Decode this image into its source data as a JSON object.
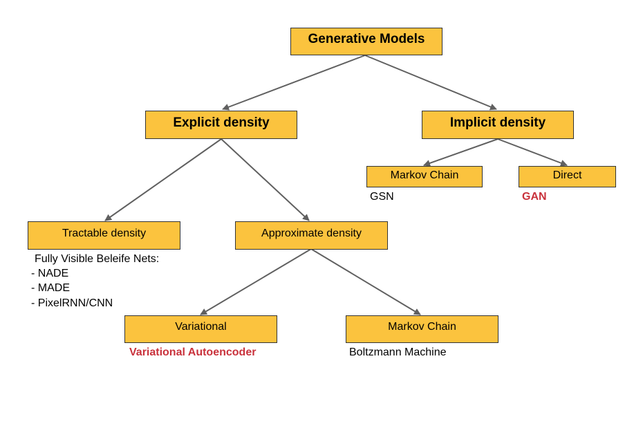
{
  "nodes": {
    "root": "Generative Models",
    "explicit": "Explicit density",
    "implicit": "Implicit density",
    "markov_implicit": "Markov Chain",
    "direct": "Direct",
    "tractable": "Tractable density",
    "approximate": "Approximate density",
    "variational": "Variational",
    "markov_approx": "Markov Chain"
  },
  "annotations": {
    "gsn": "GSN",
    "gan": "GAN",
    "fvbn_title": "Fully Visible Beleife Nets:",
    "fvbn_items": [
      "- NADE",
      "- MADE",
      "- PixelRNN/CNN"
    ],
    "vae": "Variational Autoencoder",
    "boltzmann": "Boltzmann Machine"
  },
  "colors": {
    "box_fill": "#fbc33e",
    "box_border": "#333333",
    "arrow": "#606060",
    "highlight_text": "#c9323c"
  }
}
